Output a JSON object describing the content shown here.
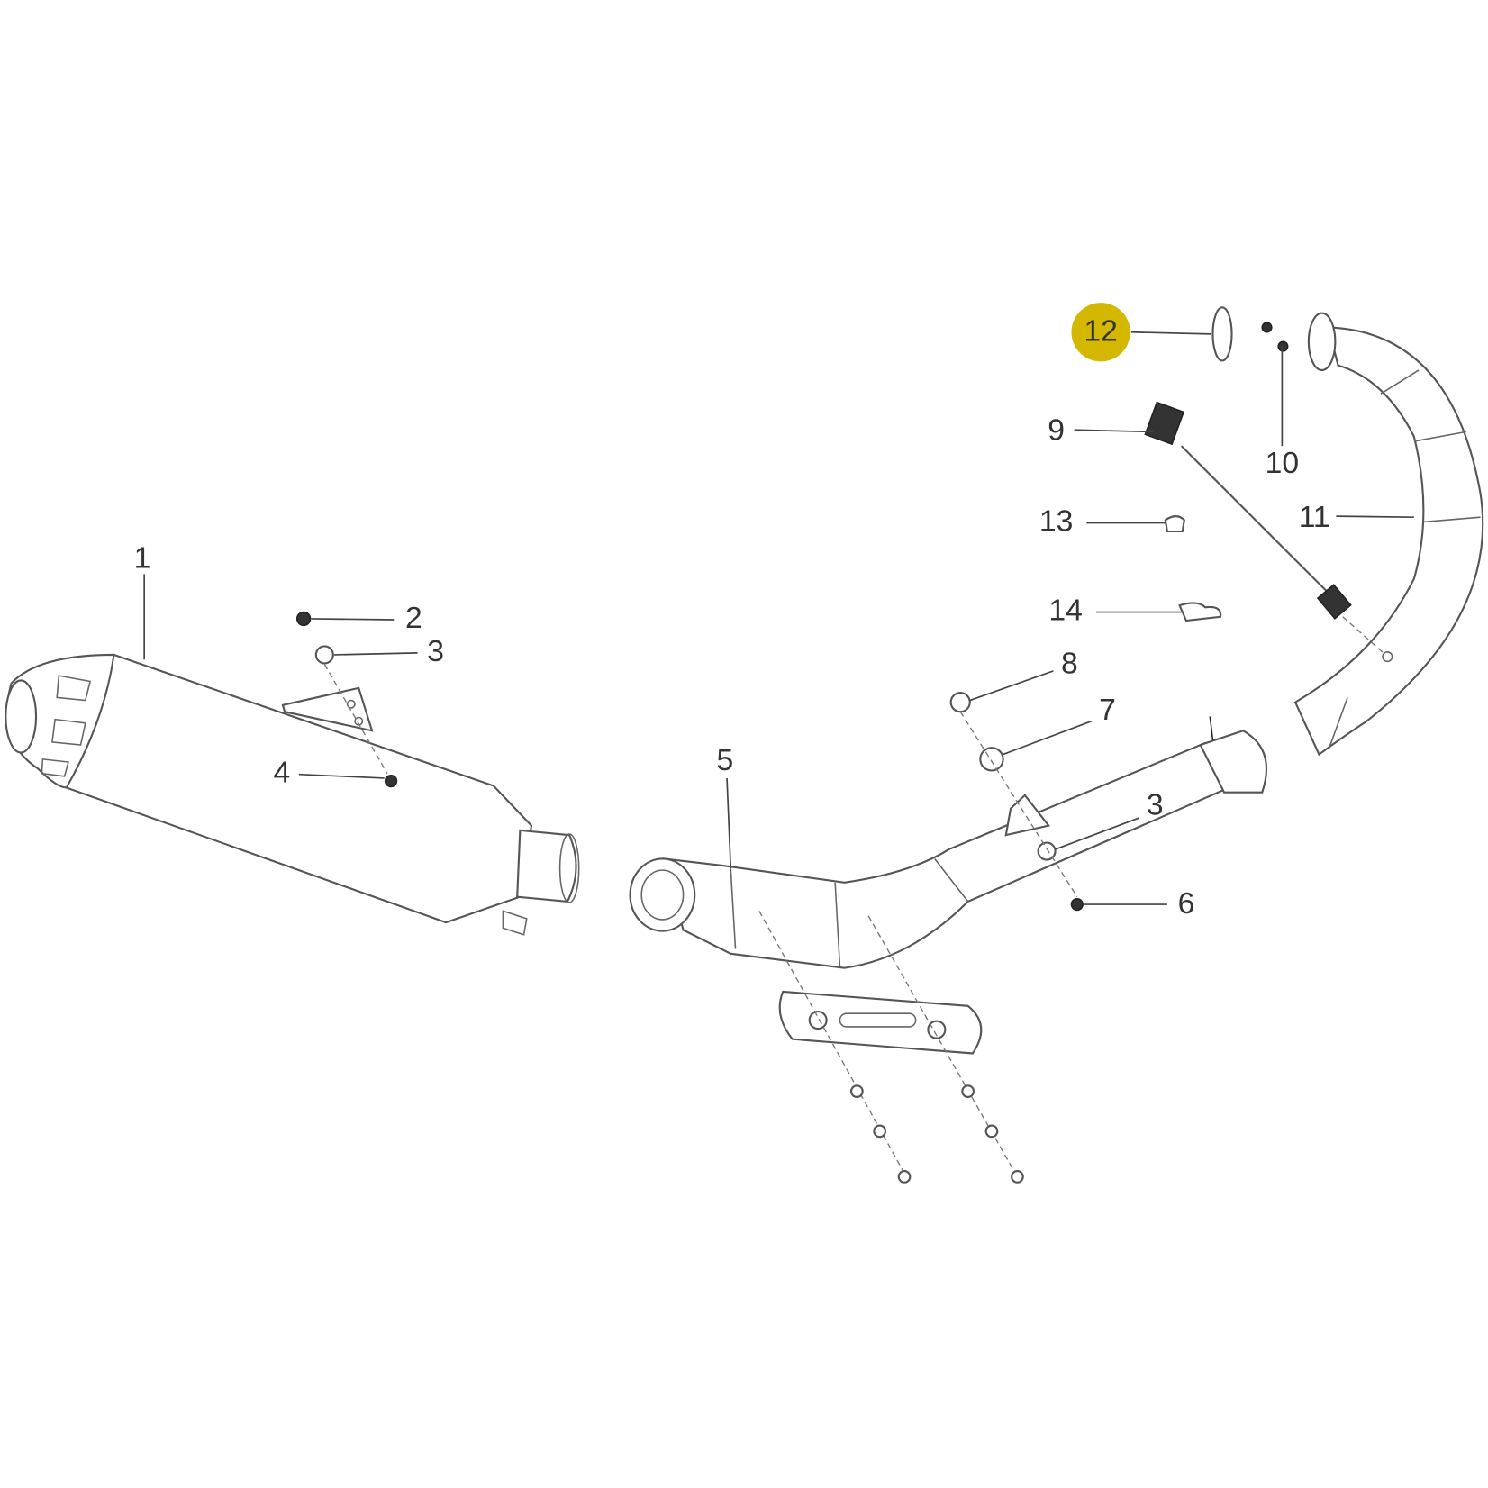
{
  "diagram": {
    "highlight_color": "#d4b800",
    "highlighted_label": "12",
    "callouts": [
      {
        "id": "1",
        "text": "1"
      },
      {
        "id": "2",
        "text": "2"
      },
      {
        "id": "3a",
        "text": "3"
      },
      {
        "id": "4",
        "text": "4"
      },
      {
        "id": "5",
        "text": "5"
      },
      {
        "id": "6",
        "text": "6"
      },
      {
        "id": "3b",
        "text": "3"
      },
      {
        "id": "7",
        "text": "7"
      },
      {
        "id": "8",
        "text": "8"
      },
      {
        "id": "9",
        "text": "9"
      },
      {
        "id": "10",
        "text": "10"
      },
      {
        "id": "11",
        "text": "11"
      },
      {
        "id": "12",
        "text": "12"
      },
      {
        "id": "13",
        "text": "13"
      },
      {
        "id": "14",
        "text": "14"
      }
    ]
  }
}
